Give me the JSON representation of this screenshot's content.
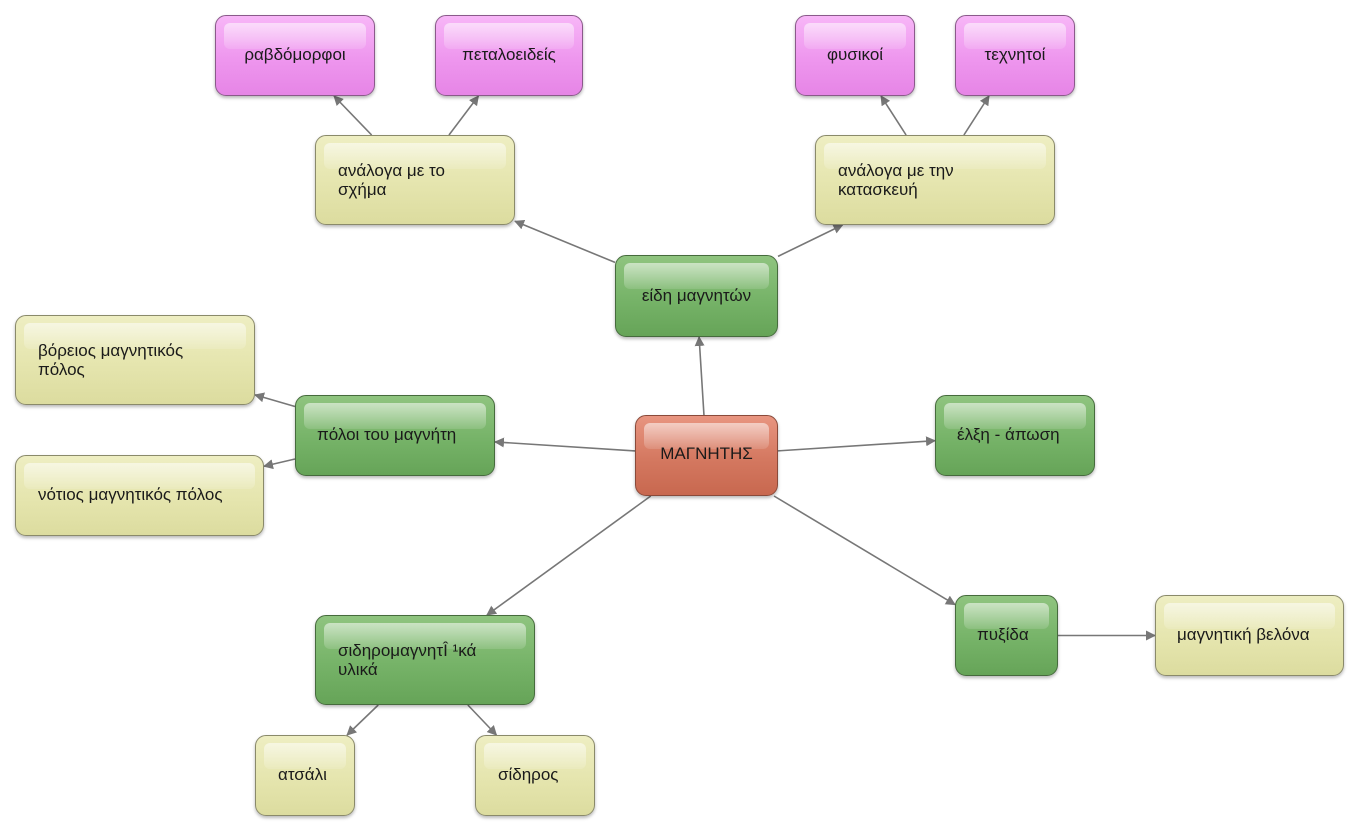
{
  "diagram": {
    "nodes": {
      "magnitis": {
        "label": "ΜΑΓΝΗΤΗΣ",
        "color": "#d47860"
      },
      "eidi": {
        "label": "είδη μαγνητών",
        "color": "#76b368"
      },
      "sxima": {
        "label": "ανάλογα με το\nσχήμα",
        "color": "#e5e5ae"
      },
      "kataskevi": {
        "label": "ανάλογα με την\nκατασκευή",
        "color": "#e5e5ae"
      },
      "ravdomorfoi": {
        "label": "ραβδόμορφοι",
        "color": "#ee96ee"
      },
      "petaloeideis": {
        "label": "πεταλοειδείς",
        "color": "#ee96ee"
      },
      "fysikoi": {
        "label": "φυσικοί",
        "color": "#ee96ee"
      },
      "texnitoi": {
        "label": "τεχνητοί",
        "color": "#ee96ee"
      },
      "poloi": {
        "label": "πόλοι του μαγνήτη",
        "color": "#76b368"
      },
      "voreios": {
        "label": "βόρειος μαγνητικός\nπόλος",
        "color": "#e5e5ae"
      },
      "notios": {
        "label": "νότιος μαγνητικός πόλος",
        "color": "#e5e5ae"
      },
      "elxi": {
        "label": "έλξη - άπωση",
        "color": "#76b368"
      },
      "pyxida": {
        "label": "πυξίδα",
        "color": "#76b368"
      },
      "velona": {
        "label": "μαγνητική βελόνα",
        "color": "#e5e5ae"
      },
      "sidiro": {
        "label": "σιδηρομαγνητÎ ¹κά\nυλικά",
        "color": "#76b368"
      },
      "atsali": {
        "label": "ατσάλι",
        "color": "#e5e5ae"
      },
      "sidiros": {
        "label": "σίδηρος",
        "color": "#e5e5ae"
      }
    },
    "edges": [
      {
        "from": "magnitis",
        "to": "eidi"
      },
      {
        "from": "eidi",
        "to": "sxima"
      },
      {
        "from": "eidi",
        "to": "kataskevi"
      },
      {
        "from": "sxima",
        "to": "ravdomorfoi"
      },
      {
        "from": "sxima",
        "to": "petaloeideis"
      },
      {
        "from": "kataskevi",
        "to": "fysikoi"
      },
      {
        "from": "kataskevi",
        "to": "texnitoi"
      },
      {
        "from": "magnitis",
        "to": "poloi"
      },
      {
        "from": "poloi",
        "to": "voreios"
      },
      {
        "from": "poloi",
        "to": "notios"
      },
      {
        "from": "magnitis",
        "to": "elxi"
      },
      {
        "from": "magnitis",
        "to": "pyxida"
      },
      {
        "from": "pyxida",
        "to": "velona"
      },
      {
        "from": "magnitis",
        "to": "sidiro"
      },
      {
        "from": "sidiro",
        "to": "atsali"
      },
      {
        "from": "sidiro",
        "to": "sidiros"
      }
    ],
    "edge_color": "#777777"
  }
}
